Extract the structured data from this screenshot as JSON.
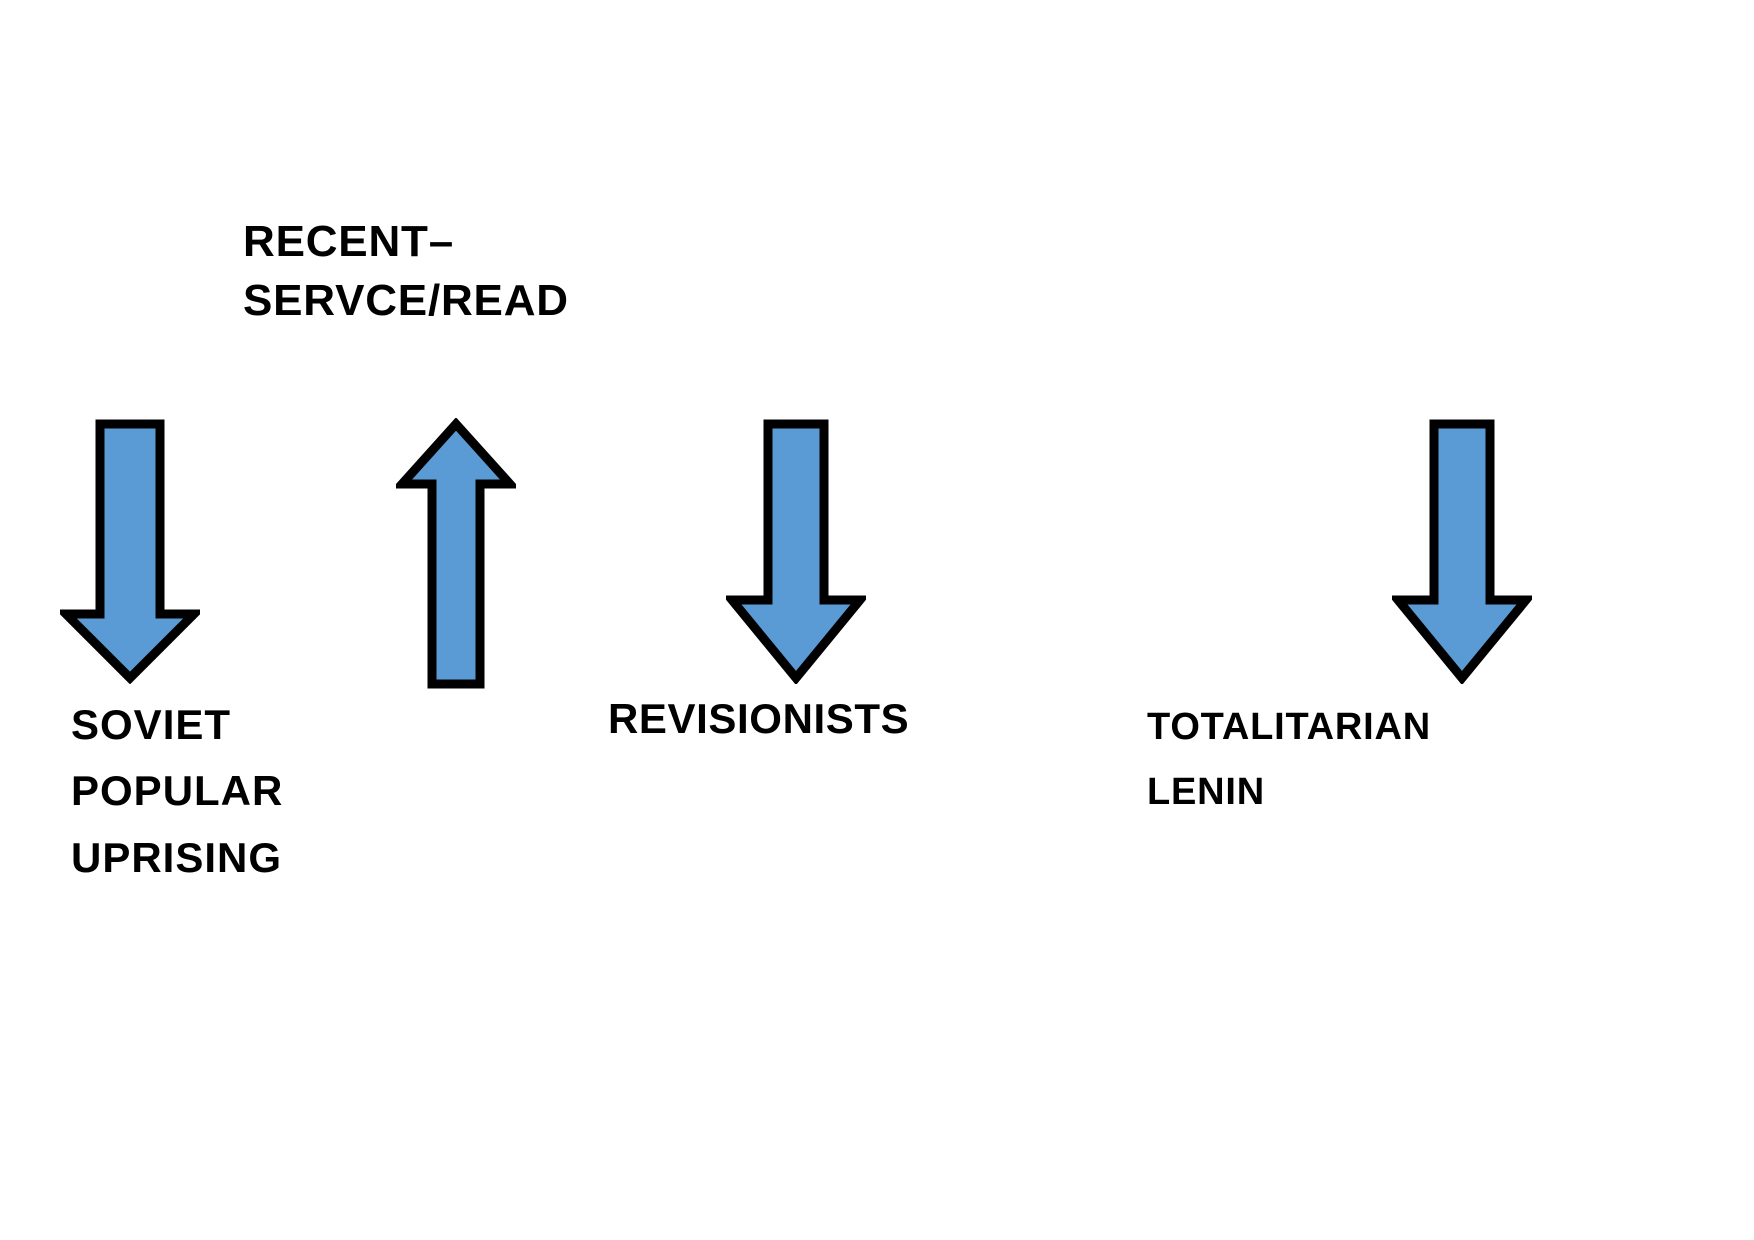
{
  "page": {
    "background_color": "#FFFFFF",
    "text_color": "#000000"
  },
  "diagram": {
    "title_block": {
      "name": "recent-service-read",
      "text": "RECENT–\nSERVCE/READ"
    },
    "labels": [
      {
        "name": "soviet-popular-uprising",
        "text": "SOVIET\nPOPULAR\nUPRISING"
      },
      {
        "name": "revisionists",
        "text": "REVISIONISTS"
      },
      {
        "name": "totalitarian-lenin",
        "text": "TOTALITARIAN\nLENIN"
      }
    ],
    "arrows": [
      {
        "name": "arrow-down-soviet",
        "direction": "down",
        "fill_color": "#5B9BD5",
        "stroke_color": "#000000"
      },
      {
        "name": "arrow-up-recent",
        "direction": "up",
        "fill_color": "#5B9BD5",
        "stroke_color": "#000000"
      },
      {
        "name": "arrow-down-revisionists",
        "direction": "down",
        "fill_color": "#5B9BD5",
        "stroke_color": "#000000"
      },
      {
        "name": "arrow-down-totalitarian",
        "direction": "down",
        "fill_color": "#5B9BD5",
        "stroke_color": "#000000"
      }
    ]
  }
}
